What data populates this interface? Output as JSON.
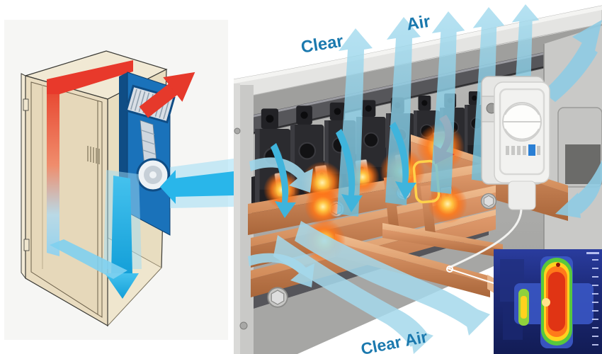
{
  "labels": {
    "clear": "Clear",
    "air": "Air",
    "clear_air": "Clear Air"
  },
  "colors": {
    "label_blue": "#1b79ae",
    "air_blue": "#8fcce4",
    "air_blue_deep": "#3fb4dc",
    "copper": "#cf8a5d",
    "copper_dark": "#9a5c32",
    "glow_orange": "#ff7a1a",
    "glow_core": "#ffe28a",
    "hot_red": "#e6392b",
    "cool_cyan": "#29b6ea",
    "exchanger_blue": "#1a72ba",
    "cabinet_tan": "#e9dcc0",
    "enclosure_gray": "#b5b5b3",
    "rail_gray": "#56565a",
    "thermal_navy": "#18246b",
    "thermal_hot": "#e03414",
    "highlight_yellow": "#ffd24a"
  }
}
